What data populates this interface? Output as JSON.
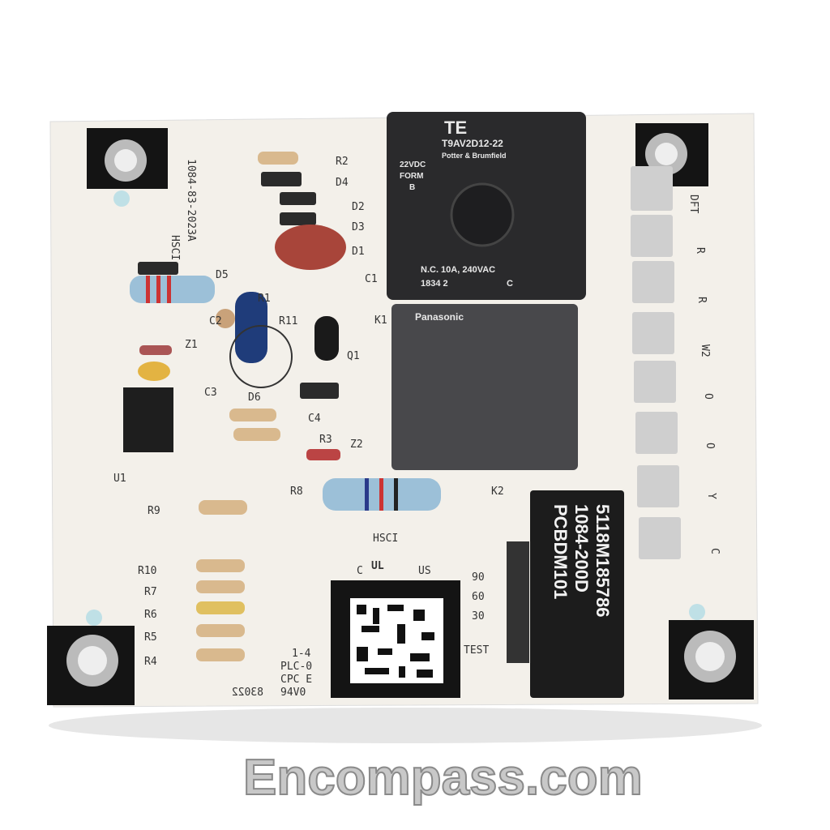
{
  "relay_k1": {
    "brand": "TE",
    "model": "T9AV2D12-22",
    "maker": "Potter & Brumfield",
    "coil": "22VDC",
    "form": "FORM",
    "form_type": "B",
    "rating": "N.C. 10A, 240VAC",
    "date": "1834 2",
    "mark": "C"
  },
  "relay_k2": {
    "brand": "Panasonic"
  },
  "label": {
    "line1": "5118M185786",
    "line2": "1084-200D",
    "line3": "PCBDM101"
  },
  "silkscreen": {
    "maker": "HSCI",
    "part": "1084-83-2023A",
    "refs": [
      "R2",
      "D4",
      "D2",
      "D3",
      "D1",
      "C1",
      "D5",
      "R1",
      "C2",
      "R11",
      "Z1",
      "Q1",
      "C3",
      "D6",
      "C4",
      "U1",
      "R3",
      "Z2",
      "K1",
      "K2",
      "R9",
      "R8",
      "R10",
      "R7",
      "R6",
      "R5",
      "R4"
    ],
    "hsci2": "HSCI",
    "ul_c": "C",
    "ul_us": "US",
    "timer": [
      "90",
      "60",
      "30",
      "TEST"
    ],
    "board_info": [
      "1-4",
      "PLC-0",
      "CPC E",
      "94V0"
    ],
    "date_code": "83022"
  },
  "terminals": [
    "DFT",
    "R",
    "R",
    "W2",
    "O",
    "O",
    "Y",
    "C"
  ],
  "watermark": "Encompass.com",
  "colors": {
    "board": "#f3f0ea",
    "relay": "#2a2a2c",
    "label": "#1c1c1c",
    "terminal": "#cfcfcf"
  }
}
